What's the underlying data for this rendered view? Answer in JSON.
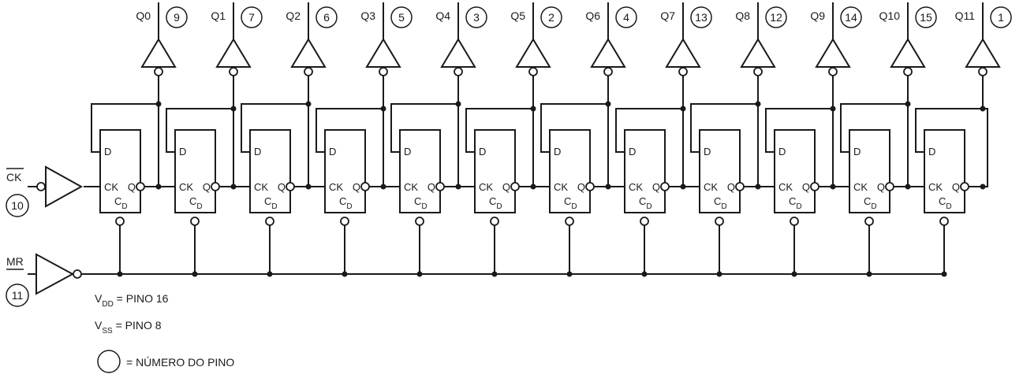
{
  "outputs": [
    {
      "name": "Q0",
      "pin": "9"
    },
    {
      "name": "Q1",
      "pin": "7"
    },
    {
      "name": "Q2",
      "pin": "6"
    },
    {
      "name": "Q3",
      "pin": "5"
    },
    {
      "name": "Q4",
      "pin": "3"
    },
    {
      "name": "Q5",
      "pin": "2"
    },
    {
      "name": "Q6",
      "pin": "4"
    },
    {
      "name": "Q7",
      "pin": "13"
    },
    {
      "name": "Q8",
      "pin": "12"
    },
    {
      "name": "Q9",
      "pin": "14"
    },
    {
      "name": "Q10",
      "pin": "15"
    },
    {
      "name": "Q11",
      "pin": "1"
    }
  ],
  "flipflop": {
    "d": "D",
    "ck": "CK",
    "q": "Q",
    "cd_main": "C",
    "cd_sub": "D"
  },
  "inputs": {
    "clock": {
      "label": "CK",
      "pin": "10"
    },
    "reset": {
      "label": "MR",
      "pin": "11"
    }
  },
  "notes": {
    "vdd_main": "V",
    "vdd_sub": "DD",
    "vdd_text": " = PINO 16",
    "vss_main": "V",
    "vss_sub": "SS",
    "vss_text": " = PINO 8",
    "legend_text": "= NÚMERO DO PINO"
  },
  "colors": {
    "ink": "#1a1a1a",
    "paper": "#ffffff"
  }
}
